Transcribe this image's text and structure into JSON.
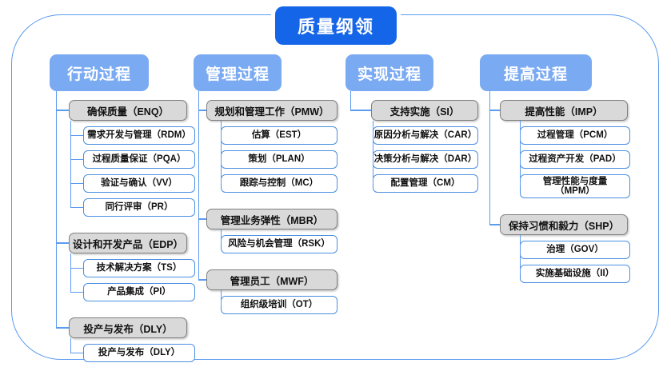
{
  "title": "质量纲领",
  "colors": {
    "title_bg": "#1565E8",
    "column_header_bg": "#7aaaf2",
    "group_box_bg": "#d9d9d9",
    "group_box_border": "#808080",
    "leaf_box_border": "#4a8fe0",
    "connector": "#5b9bf0",
    "frame": "#5b9bf0"
  },
  "columns": [
    {
      "header": "行动过程",
      "groups": [
        {
          "label": "确保质量（ENQ）",
          "children": [
            "需求开发与管理（RDM）",
            "过程质量保证（PQA）",
            "验证与确认（VV）",
            "同行评审（PR）"
          ]
        },
        {
          "label": "设计和开发产品（EDP）",
          "children": [
            "技术解决方案（TS）",
            "产品集成（PI）"
          ]
        },
        {
          "label": "投产与发布（DLY）",
          "children": [
            "投产与发布（DLY）"
          ]
        }
      ]
    },
    {
      "header": "管理过程",
      "groups": [
        {
          "label": "规划和管理工作（PMW）",
          "children": [
            "估算（EST）",
            "策划（PLAN）",
            "跟踪与控制（MC）"
          ]
        },
        {
          "label": "管理业务弹性（MBR）",
          "children": [
            "风险与机会管理（RSK）"
          ]
        },
        {
          "label": "管理员工（MWF）",
          "children": [
            "组织级培训（OT）"
          ]
        }
      ]
    },
    {
      "header": "实现过程",
      "groups": [
        {
          "label": "支持实施（SI）",
          "children": [
            "原因分析与解决（CAR）",
            "决策分析与解决（DAR）",
            "配置管理（CM）"
          ]
        }
      ]
    },
    {
      "header": "提高过程",
      "groups": [
        {
          "label": "提高性能（IMP）",
          "children": [
            "过程管理（PCM）",
            "过程资产开发（PAD）",
            "管理性能与度量\n（MPM）"
          ]
        },
        {
          "label": "保持习惯和毅力（SHP）",
          "children": [
            "治理（GOV）",
            "实施基础设施（II）"
          ]
        }
      ]
    }
  ]
}
